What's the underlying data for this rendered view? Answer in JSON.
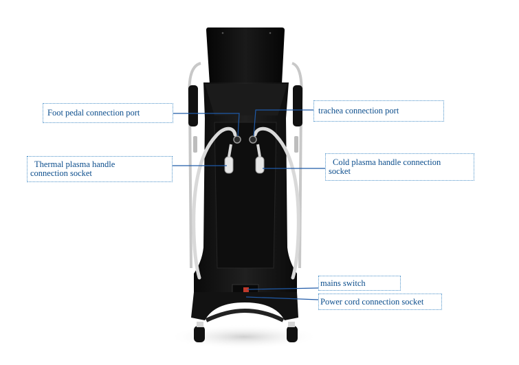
{
  "labels": {
    "foot_pedal": "Foot pedal connection port",
    "trachea": "trachea connection port",
    "thermal_line1": "Thermal plasma handle",
    "thermal_line2": "connection socket",
    "cold_line1": "Cold plasma handle connection",
    "cold_line2": "socket",
    "mains_switch": "mains switch",
    "power_cord": "Power cord connection socket"
  },
  "colors": {
    "leader_line": "#1f5aa8",
    "label_text": "#0b4d8c",
    "label_border": "#4a90c8",
    "device_body": "#141414",
    "cable": "#d9d9d9"
  }
}
